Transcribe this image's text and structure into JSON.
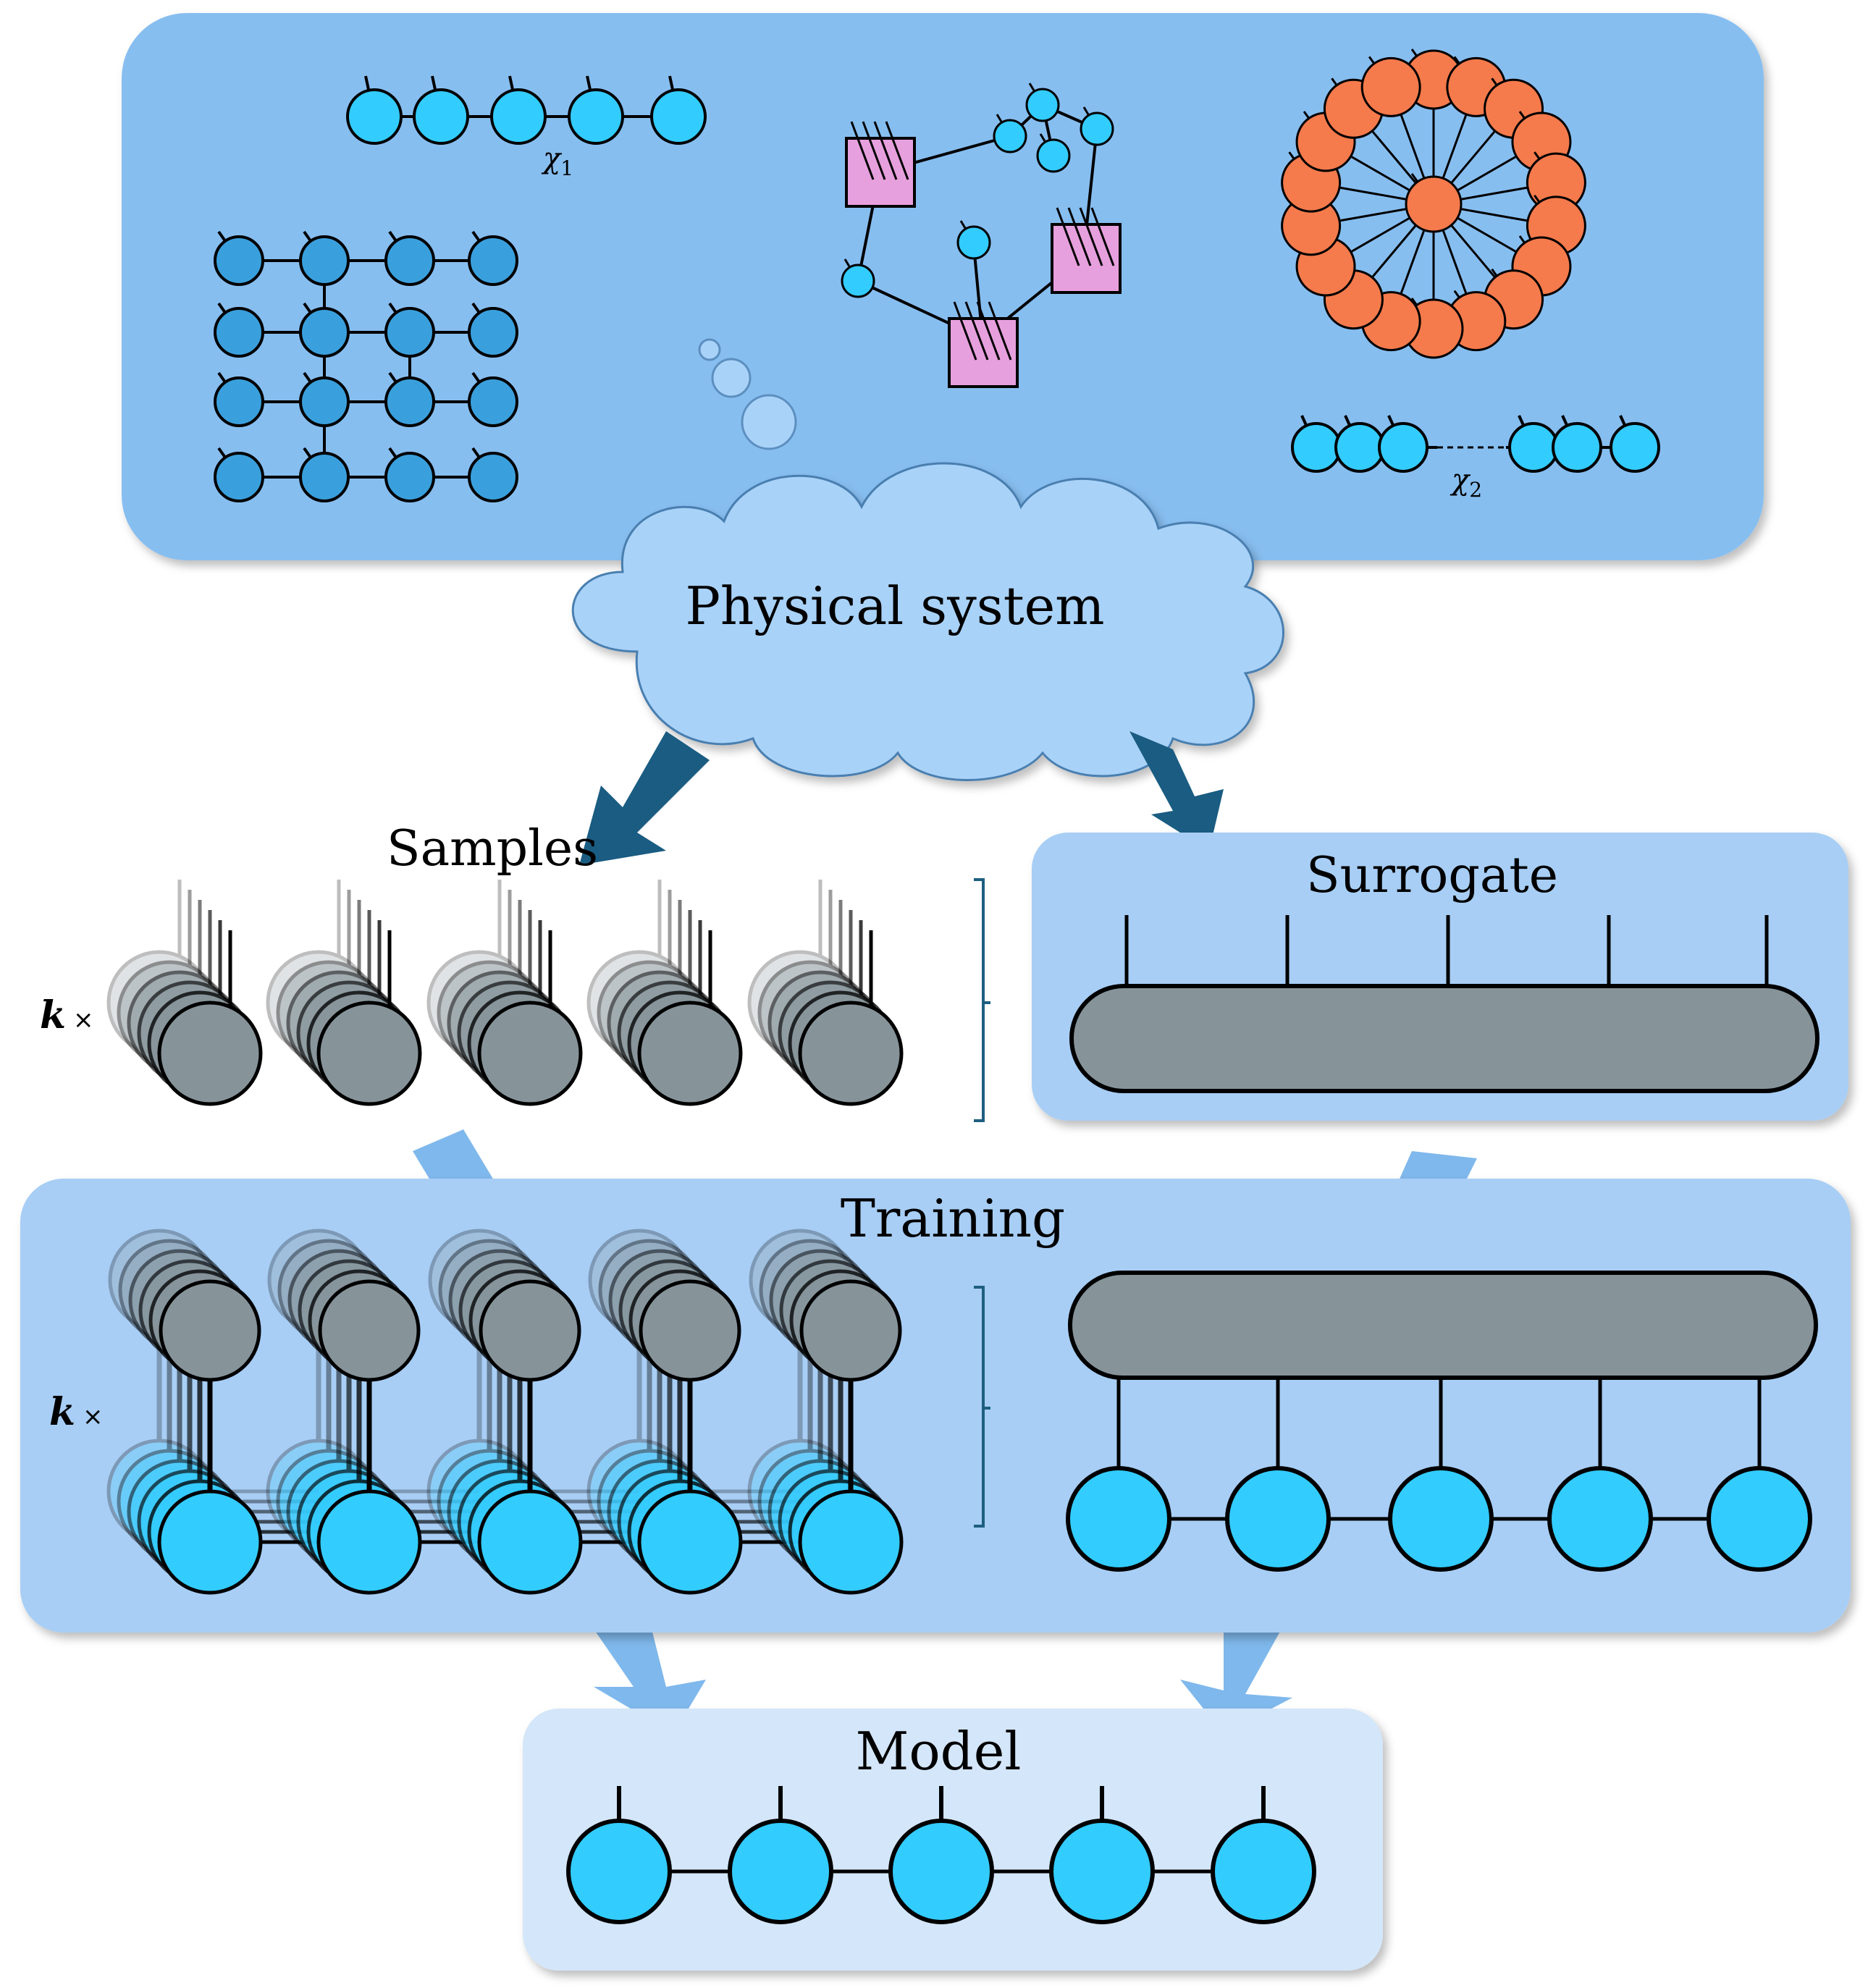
{
  "labels": {
    "physical_system": "Physical system",
    "samples": "Samples",
    "surrogate": "Surrogate",
    "training": "Training",
    "model": "Model",
    "k_samples": "k",
    "k_training": "k",
    "times_sign": "×"
  },
  "math": {
    "chi1_base": "χ",
    "chi1_sub": "1",
    "chi2_base": "χ",
    "chi2_sub": "2"
  },
  "colors": {
    "top_panel": "#87BEF0",
    "cloud": "#A9D2F8",
    "panel_light": "#A8CEF5",
    "model_panel": "#D4E6F9",
    "cyan_node": "#33CCFF",
    "grid_node": "#3AA0DD",
    "orange_node": "#F57A4C",
    "pink_square": "#E7A0DE",
    "gray_node": "#86949A",
    "dark_arrow": "#1A5C82",
    "light_arrow": "#7FB8EC",
    "bracket": "#1E5F80"
  }
}
